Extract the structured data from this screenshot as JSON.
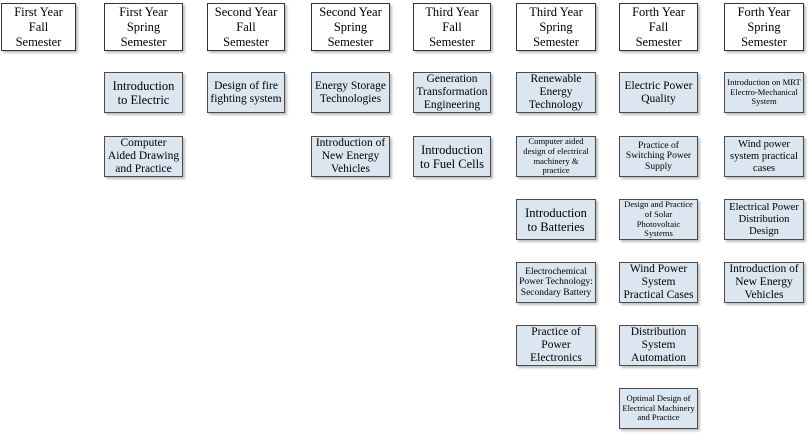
{
  "semesters": [
    {
      "label": "First Year\nFall\nSemester",
      "courses": []
    },
    {
      "label": "First Year\nSpring\nSemester",
      "courses": [
        "Introduction to Electric",
        "Computer Aided Drawing and Practice"
      ]
    },
    {
      "label": "Second Year\nFall\nSemester",
      "courses": [
        "Design of fire fighting system"
      ]
    },
    {
      "label": "Second Year\nSpring\nSemester",
      "courses": [
        "Energy Storage Technologies",
        "Introduction of New Energy Vehicles"
      ]
    },
    {
      "label": "Third Year\nFall\nSemester",
      "courses": [
        "Generation Transformation Engineering",
        "Introduction to Fuel Cells"
      ]
    },
    {
      "label": "Third Year\nSpring\nSemester",
      "courses": [
        "Renewable Energy Technology",
        "Computer aided design of electrical machinery & practice",
        "Introduction to Batteries",
        "Electrochemical Power Technology: Secondary Battery",
        "Practice of Power Electronics"
      ]
    },
    {
      "label": "Forth Year\nFall\nSemester",
      "courses": [
        "Electric Power Quality",
        "Practice of Switching Power Supply",
        "Design and Practice of Solar Photovoltaic Systems",
        "Wind Power System Practical Cases",
        "Distribution System Automation",
        "Optimal Design of Electrical Machinery and Practice"
      ]
    },
    {
      "label": "Forth Year\nSpring\nSemester",
      "courses": [
        "Introduction on MRT Electro-Mechanical System",
        "Wind power system practical cases",
        "Electrical Power Distribution Design",
        "Introduction of New Energy Vehicles"
      ]
    }
  ]
}
